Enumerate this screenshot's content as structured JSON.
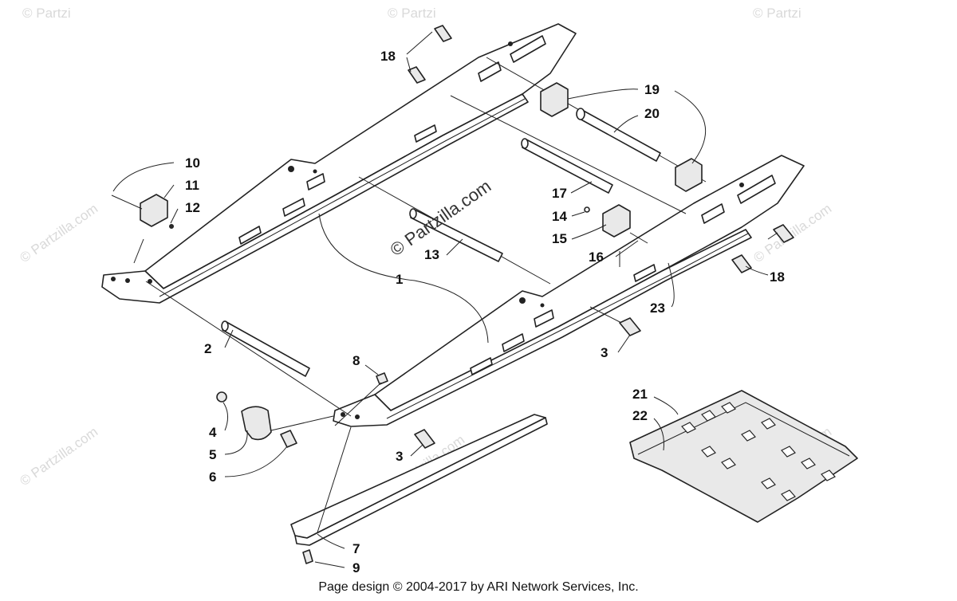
{
  "watermark": {
    "main": "© Partzilla.com",
    "tile": "© Partzilla.com",
    "tile_short": "© Partzi"
  },
  "footer": "Page design © 2004-2017 by ARI Network Services, Inc.",
  "callouts": [
    {
      "id": "c18a",
      "label": "18"
    },
    {
      "id": "c19",
      "label": "19"
    },
    {
      "id": "c20",
      "label": "20"
    },
    {
      "id": "c10",
      "label": "10"
    },
    {
      "id": "c11",
      "label": "11"
    },
    {
      "id": "c12",
      "label": "12"
    },
    {
      "id": "c17",
      "label": "17"
    },
    {
      "id": "c14",
      "label": "14"
    },
    {
      "id": "c15",
      "label": "15"
    },
    {
      "id": "c16",
      "label": "16"
    },
    {
      "id": "c13",
      "label": "13"
    },
    {
      "id": "c1",
      "label": "1"
    },
    {
      "id": "c18b",
      "label": "18"
    },
    {
      "id": "c23",
      "label": "23"
    },
    {
      "id": "c2",
      "label": "2"
    },
    {
      "id": "c8",
      "label": "8"
    },
    {
      "id": "c3a",
      "label": "3"
    },
    {
      "id": "c21",
      "label": "21"
    },
    {
      "id": "c22",
      "label": "22"
    },
    {
      "id": "c4",
      "label": "4"
    },
    {
      "id": "c5",
      "label": "5"
    },
    {
      "id": "c6",
      "label": "6"
    },
    {
      "id": "c3b",
      "label": "3"
    },
    {
      "id": "c7",
      "label": "7"
    },
    {
      "id": "c9",
      "label": "9"
    }
  ]
}
